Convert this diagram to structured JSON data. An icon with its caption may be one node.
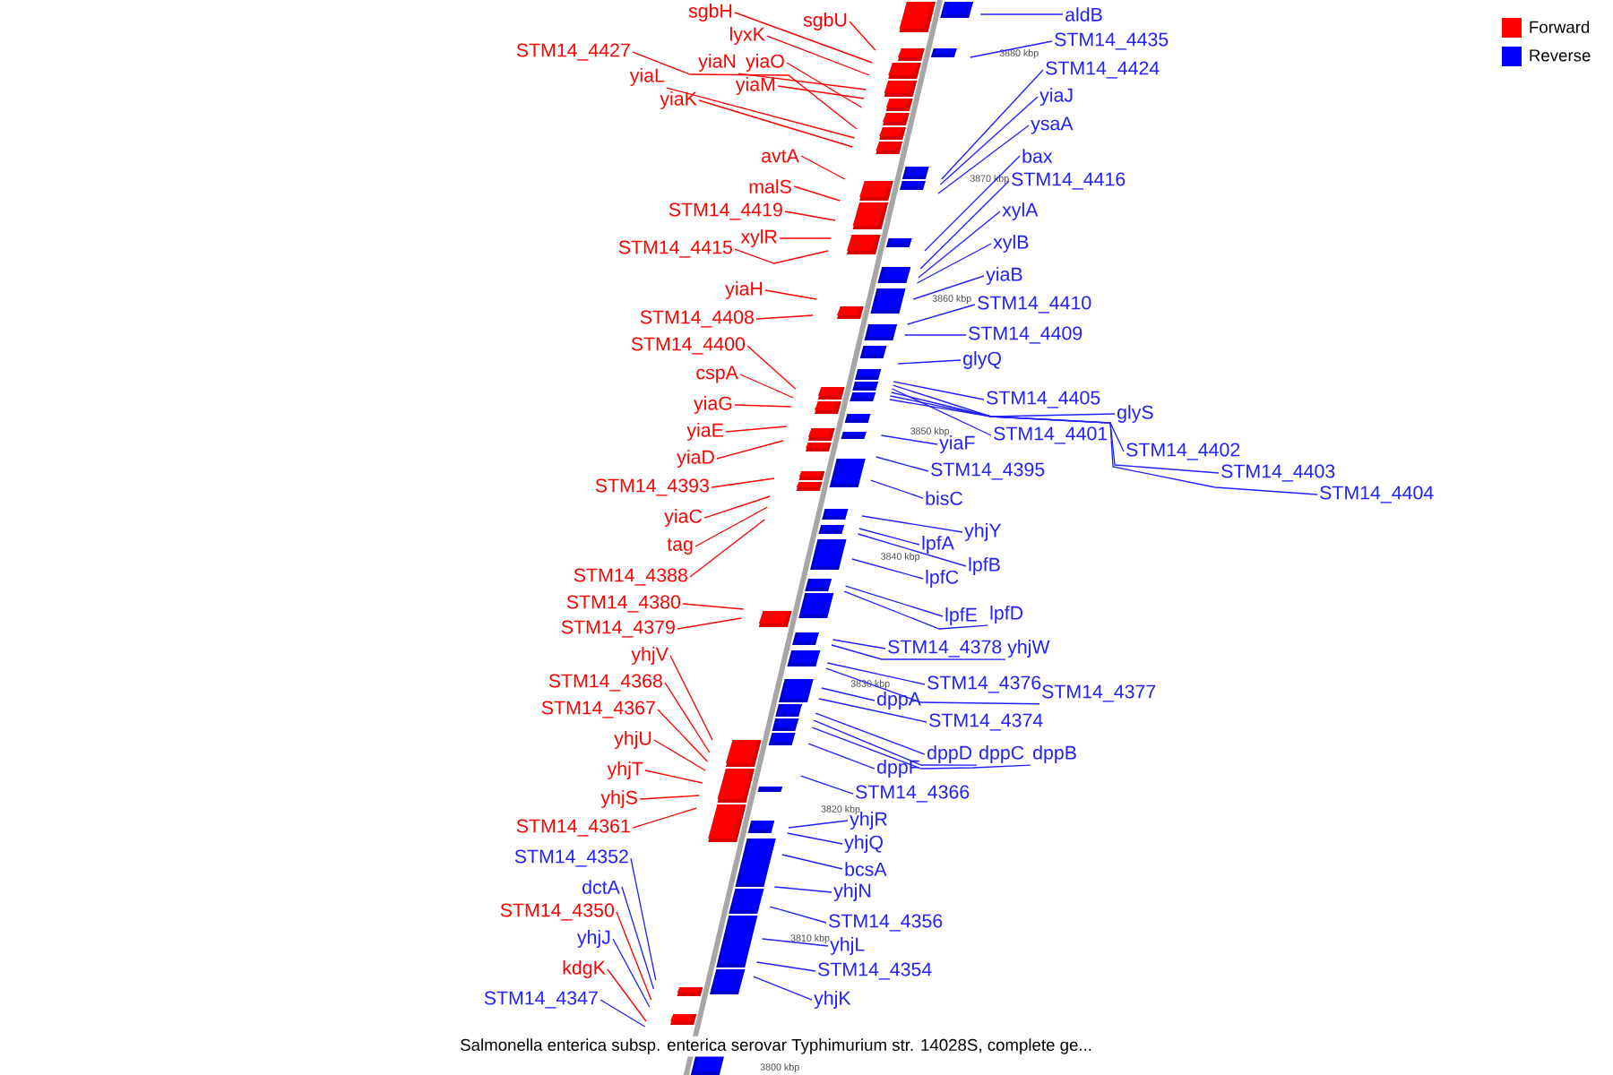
{
  "diagram": {
    "caption": "Salmonella enterica subsp. enterica serovar Typhimurium str. 14028S, complete ge...",
    "nodes": [
      {
        "text": [
          "sgbH"
        ]
      },
      {
        "text": [
          "sgbU"
        ]
      },
      {
        "text": [
          "lyxK"
        ]
      },
      {
        "text": [
          "STM14_4427"
        ]
      },
      {
        "text": [
          "yiaN"
        ]
      },
      {
        "text": [
          "yiaO"
        ]
      },
      {
        "text": [
          "yiaL"
        ]
      },
      {
        "text": [
          "yiaM"
        ]
      },
      {
        "text": [
          "yiaK"
        ]
      },
      {
        "text": [
          "avtA"
        ]
      },
      {
        "text": [
          "malS"
        ]
      },
      {
        "text": [
          "STM14_4419"
        ]
      },
      {
        "text": [
          "xylR"
        ]
      },
      {
        "text": [
          "STM14_4415"
        ]
      },
      {
        "text": [
          "yiaH"
        ]
      },
      {
        "text": [
          "STM14_4408"
        ]
      },
      {
        "text": [
          "STM14_4400"
        ]
      },
      {
        "text": [
          "cspA"
        ]
      },
      {
        "text": [
          "yiaG"
        ]
      },
      {
        "text": [
          "yiaE"
        ]
      },
      {
        "text": [
          "yiaD"
        ]
      },
      {
        "text": [
          "STM14_4393"
        ]
      },
      {
        "text": [
          "yiaC"
        ]
      },
      {
        "text": [
          "tag"
        ]
      },
      {
        "text": [
          "STM14_4388"
        ]
      },
      {
        "text": [
          "STM14_4380"
        ]
      },
      {
        "text": [
          "STM14_4379"
        ]
      },
      {
        "text": [
          "yhjV"
        ]
      },
      {
        "text": [
          "STM14_4368"
        ]
      },
      {
        "text": [
          "STM14_4367"
        ]
      },
      {
        "text": [
          "yhjU"
        ]
      },
      {
        "text": [
          "yhjT"
        ]
      },
      {
        "text": [
          "yhjS"
        ]
      },
      {
        "text": [
          "STM14_4361"
        ]
      },
      {
        "text": [
          "STM14_4352"
        ]
      },
      {
        "text": [
          "dctA"
        ]
      },
      {
        "text": [
          "STM14_4350"
        ]
      },
      {
        "text": [
          "yhjJ"
        ]
      },
      {
        "text": [
          "kdgK"
        ]
      },
      {
        "text": [
          "STM14_4347"
        ]
      },
      {
        "text": [
          "aldB"
        ]
      },
      {
        "text": [
          "STM14_4435"
        ]
      },
      {
        "text": [
          "STM14_4424"
        ]
      },
      {
        "text": [
          "yiaJ"
        ]
      },
      {
        "text": [
          "ysaA"
        ]
      },
      {
        "text": [
          "bax"
        ]
      },
      {
        "text": [
          "STM14_4416"
        ]
      },
      {
        "text": [
          "xylA"
        ]
      },
      {
        "text": [
          "xylB"
        ]
      },
      {
        "text": [
          "yiaB"
        ]
      },
      {
        "text": [
          "STM14_4410"
        ]
      },
      {
        "text": [
          "STM14_4409"
        ]
      },
      {
        "text": [
          "glyQ"
        ]
      },
      {
        "text": [
          "STM14_4405"
        ]
      },
      {
        "text": [
          "glyS"
        ]
      },
      {
        "text": [
          "STM14_4401"
        ]
      },
      {
        "text": [
          "yiaF"
        ]
      },
      {
        "text": [
          "STM14_4402"
        ]
      },
      {
        "text": [
          "STM14_4395"
        ]
      },
      {
        "text": [
          "STM14_4403"
        ]
      },
      {
        "text": [
          "STM14_4404"
        ]
      },
      {
        "text": [
          "bisC"
        ]
      },
      {
        "text": [
          "yhjY"
        ]
      },
      {
        "text": [
          "lpfA"
        ]
      },
      {
        "text": [
          "lpfB"
        ]
      },
      {
        "text": [
          "lpfC"
        ]
      },
      {
        "text": [
          "lpfD"
        ]
      },
      {
        "text": [
          "lpfE"
        ]
      },
      {
        "text": [
          "STM14_4378"
        ]
      },
      {
        "text": [
          "yhjW"
        ]
      },
      {
        "text": [
          "STM14_4376"
        ]
      },
      {
        "text": [
          "STM14_4377"
        ]
      },
      {
        "text": [
          "dppA"
        ]
      },
      {
        "text": [
          "STM14_4374"
        ]
      },
      {
        "text": [
          "dppD"
        ]
      },
      {
        "text": [
          "dppC"
        ]
      },
      {
        "text": [
          "dppB"
        ]
      },
      {
        "text": [
          "dppF"
        ]
      },
      {
        "text": [
          "STM14_4366"
        ]
      },
      {
        "text": [
          "yhjR"
        ]
      },
      {
        "text": [
          "yhjQ"
        ]
      },
      {
        "text": [
          "bcsA"
        ]
      },
      {
        "text": [
          "yhjN"
        ]
      },
      {
        "text": [
          "STM14_4356"
        ]
      },
      {
        "text": [
          "yhjL"
        ]
      },
      {
        "text": [
          "STM14_4354"
        ]
      },
      {
        "text": [
          "yhjK"
        ]
      }
    ],
    "edges": [
      {
        "from": 0,
        "to": null,
        "arrow": "none",
        "color": "#ff0000"
      },
      {
        "from": 1,
        "to": null,
        "arrow": "none",
        "color": "#ff0000"
      },
      {
        "from": 2,
        "to": null,
        "arrow": "none",
        "color": "#ff0000"
      },
      {
        "from": 3,
        "to": null,
        "arrow": "none",
        "color": "#ff0000"
      },
      {
        "from": 4,
        "to": null,
        "arrow": "none",
        "color": "#ff0000"
      },
      {
        "from": 5,
        "to": null,
        "arrow": "none",
        "color": "#ff0000"
      },
      {
        "from": 6,
        "to": null,
        "arrow": "none",
        "color": "#ff0000"
      },
      {
        "from": 7,
        "to": null,
        "arrow": "none",
        "color": "#ff0000"
      },
      {
        "from": 8,
        "to": null,
        "arrow": "none",
        "color": "#ff0000"
      },
      {
        "from": 9,
        "to": null,
        "arrow": "none",
        "color": "#ff0000"
      },
      {
        "from": 10,
        "to": null,
        "arrow": "none",
        "color": "#ff0000"
      },
      {
        "from": 11,
        "to": null,
        "arrow": "none",
        "color": "#ff0000"
      },
      {
        "from": 12,
        "to": null,
        "arrow": "none",
        "color": "#ff0000"
      },
      {
        "from": 13,
        "to": null,
        "arrow": "none",
        "color": "#ff0000"
      },
      {
        "from": 14,
        "to": null,
        "arrow": "none",
        "color": "#ff0000"
      },
      {
        "from": 15,
        "to": null,
        "arrow": "none",
        "color": "#ff0000"
      },
      {
        "from": 16,
        "to": null,
        "arrow": "none",
        "color": "#ff0000"
      },
      {
        "from": 17,
        "to": null,
        "arrow": "none",
        "color": "#ff0000"
      },
      {
        "from": 18,
        "to": null,
        "arrow": "none",
        "color": "#ff0000"
      },
      {
        "from": 19,
        "to": null,
        "arrow": "none",
        "color": "#ff0000"
      },
      {
        "from": 20,
        "to": null,
        "arrow": "none",
        "color": "#ff0000"
      },
      {
        "from": 21,
        "to": null,
        "arrow": "none",
        "color": "#ff0000"
      },
      {
        "from": 22,
        "to": null,
        "arrow": "none",
        "color": "#ff0000"
      },
      {
        "from": 23,
        "to": null,
        "arrow": "none",
        "color": "#ff0000"
      },
      {
        "from": 24,
        "to": null,
        "arrow": "none",
        "color": "#ff0000"
      },
      {
        "from": 25,
        "to": null,
        "arrow": "none",
        "color": "#ff0000"
      },
      {
        "from": 26,
        "to": null,
        "arrow": "none",
        "color": "#ff0000"
      },
      {
        "from": 27,
        "to": null,
        "arrow": "none",
        "color": "#ff0000"
      },
      {
        "from": 28,
        "to": null,
        "arrow": "none",
        "color": "#ff0000"
      },
      {
        "from": 29,
        "to": null,
        "arrow": "none",
        "color": "#ff0000"
      },
      {
        "from": 30,
        "to": null,
        "arrow": "none",
        "color": "#ff0000"
      },
      {
        "from": 31,
        "to": null,
        "arrow": "none",
        "color": "#ff0000"
      },
      {
        "from": 32,
        "to": null,
        "arrow": "none",
        "color": "#ff0000"
      },
      {
        "from": 33,
        "to": null,
        "arrow": "none",
        "color": "#ff0000"
      },
      {
        "from": 34,
        "to": null,
        "arrow": "none"
      },
      {
        "from": 35,
        "to": null,
        "arrow": "none"
      },
      {
        "from": 36,
        "to": null,
        "arrow": "none",
        "color": "#ff0000"
      },
      {
        "from": 37,
        "to": null,
        "arrow": "none"
      },
      {
        "from": 38,
        "to": null,
        "arrow": "none",
        "color": "#ff0000"
      },
      {
        "from": 39,
        "to": null,
        "arrow": "none"
      },
      {
        "from": 40,
        "to": null,
        "arrow": "none"
      },
      {
        "from": 41,
        "to": null,
        "arrow": "none"
      },
      {
        "from": 42,
        "to": null,
        "arrow": "none"
      },
      {
        "from": 43,
        "to": null,
        "arrow": "none"
      },
      {
        "from": 44,
        "to": null,
        "arrow": "none"
      },
      {
        "from": 45,
        "to": null,
        "arrow": "none"
      },
      {
        "from": 46,
        "to": null,
        "arrow": "none"
      },
      {
        "from": 47,
        "to": null,
        "arrow": "none"
      },
      {
        "from": 48,
        "to": null,
        "arrow": "none"
      },
      {
        "from": 49,
        "to": null,
        "arrow": "none"
      },
      {
        "from": 50,
        "to": null,
        "arrow": "none"
      },
      {
        "from": 51,
        "to": null,
        "arrow": "none"
      },
      {
        "from": 52,
        "to": null,
        "arrow": "none"
      },
      {
        "from": 53,
        "to": null,
        "arrow": "none"
      },
      {
        "from": 54,
        "to": null,
        "arrow": "none"
      },
      {
        "from": 55,
        "to": null,
        "arrow": "none"
      },
      {
        "from": 56,
        "to": null,
        "arrow": "none"
      },
      {
        "from": 57,
        "to": null,
        "arrow": "none"
      },
      {
        "from": 58,
        "to": null,
        "arrow": "none"
      },
      {
        "from": 59,
        "to": null,
        "arrow": "none"
      },
      {
        "from": 60,
        "to": null,
        "arrow": "none"
      },
      {
        "from": 61,
        "to": null,
        "arrow": "none"
      },
      {
        "from": 62,
        "to": null,
        "arrow": "none"
      },
      {
        "from": 63,
        "to": null,
        "arrow": "none"
      },
      {
        "from": 64,
        "to": null,
        "arrow": "none"
      },
      {
        "from": 65,
        "to": null,
        "arrow": "none"
      },
      {
        "from": 66,
        "to": null,
        "arrow": "none"
      },
      {
        "from": 67,
        "to": null,
        "arrow": "none"
      },
      {
        "from": 68,
        "to": null,
        "arrow": "none"
      },
      {
        "from": 69,
        "to": null,
        "arrow": "none"
      },
      {
        "from": 70,
        "to": null,
        "arrow": "none"
      },
      {
        "from": 71,
        "to": null,
        "arrow": "none"
      },
      {
        "from": 72,
        "to": null,
        "arrow": "none"
      },
      {
        "from": 73,
        "to": null,
        "arrow": "none"
      },
      {
        "from": 74,
        "to": null,
        "arrow": "none"
      },
      {
        "from": 75,
        "to": null,
        "arrow": "none"
      },
      {
        "from": 76,
        "to": null,
        "arrow": "none"
      },
      {
        "from": 77,
        "to": null,
        "arrow": "none"
      },
      {
        "from": 78,
        "to": null,
        "arrow": "none"
      },
      {
        "from": 79,
        "to": null,
        "arrow": "none"
      },
      {
        "from": 80,
        "to": null,
        "arrow": "none"
      },
      {
        "from": 81,
        "to": null,
        "arrow": "none"
      },
      {
        "from": 82,
        "to": null,
        "arrow": "none"
      },
      {
        "from": 83,
        "to": null,
        "arrow": "none"
      },
      {
        "from": 84,
        "to": null,
        "arrow": "none"
      },
      {
        "from": 85,
        "to": null,
        "arrow": "none"
      },
      {
        "from": 86,
        "to": null,
        "arrow": "none"
      }
    ],
    "labels": [
      "3880 kbp",
      "3870 kbp",
      "3860 kbp",
      "3850 kbp",
      "3840 kbp",
      "3830 kbp",
      "3820 kbp",
      "3810 kbp",
      "3800 kbp"
    ],
    "legend": [
      {
        "text": "Forward",
        "color": "#ff0000"
      },
      {
        "text": "Reverse",
        "color": "#0000ff"
      }
    ]
  }
}
